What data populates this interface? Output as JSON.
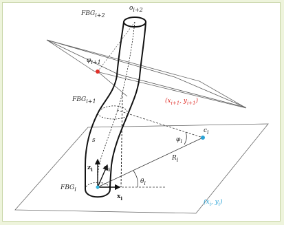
{
  "labels": {
    "fbg_i2": "FBG",
    "fbg_i2_sub": "i+2",
    "o_i2": "o",
    "o_i2_sub": "i+2",
    "phi_i1": "φ",
    "phi_i1_sub": "i+1",
    "fbg_i1": "FBG",
    "fbg_i1_sub": "i+1",
    "plane_i1": "(x",
    "plane_i1_sub1": "i+1",
    "plane_i1_mid": ", y",
    "plane_i1_sub2": "i+1",
    "plane_i1_end": ")",
    "c_i": "c",
    "c_i_sub": "i",
    "phi_i": "φ",
    "phi_i_sub": "i",
    "s": "s",
    "r_i": "R",
    "r_i_sub": "i",
    "z_i": "z",
    "z_i_sub": "i",
    "y_i": "y",
    "y_i_sub": "i",
    "theta_i": "θ",
    "theta_i_sub": "i",
    "fbg_i": "FBG",
    "fbg_i_sub": "i",
    "x_i": "x",
    "x_i_sub": "i",
    "plane_i": "(x",
    "plane_i_sub1": "i",
    "plane_i_mid": ", y",
    "plane_i_sub2": "i",
    "plane_i_end": ")"
  },
  "colors": {
    "red_point": "#e0302a",
    "blue_point": "#2aa3d6",
    "cyan_point": "#36b7e0",
    "red_text": "#e0302a",
    "blue_text": "#2aa3d6"
  }
}
